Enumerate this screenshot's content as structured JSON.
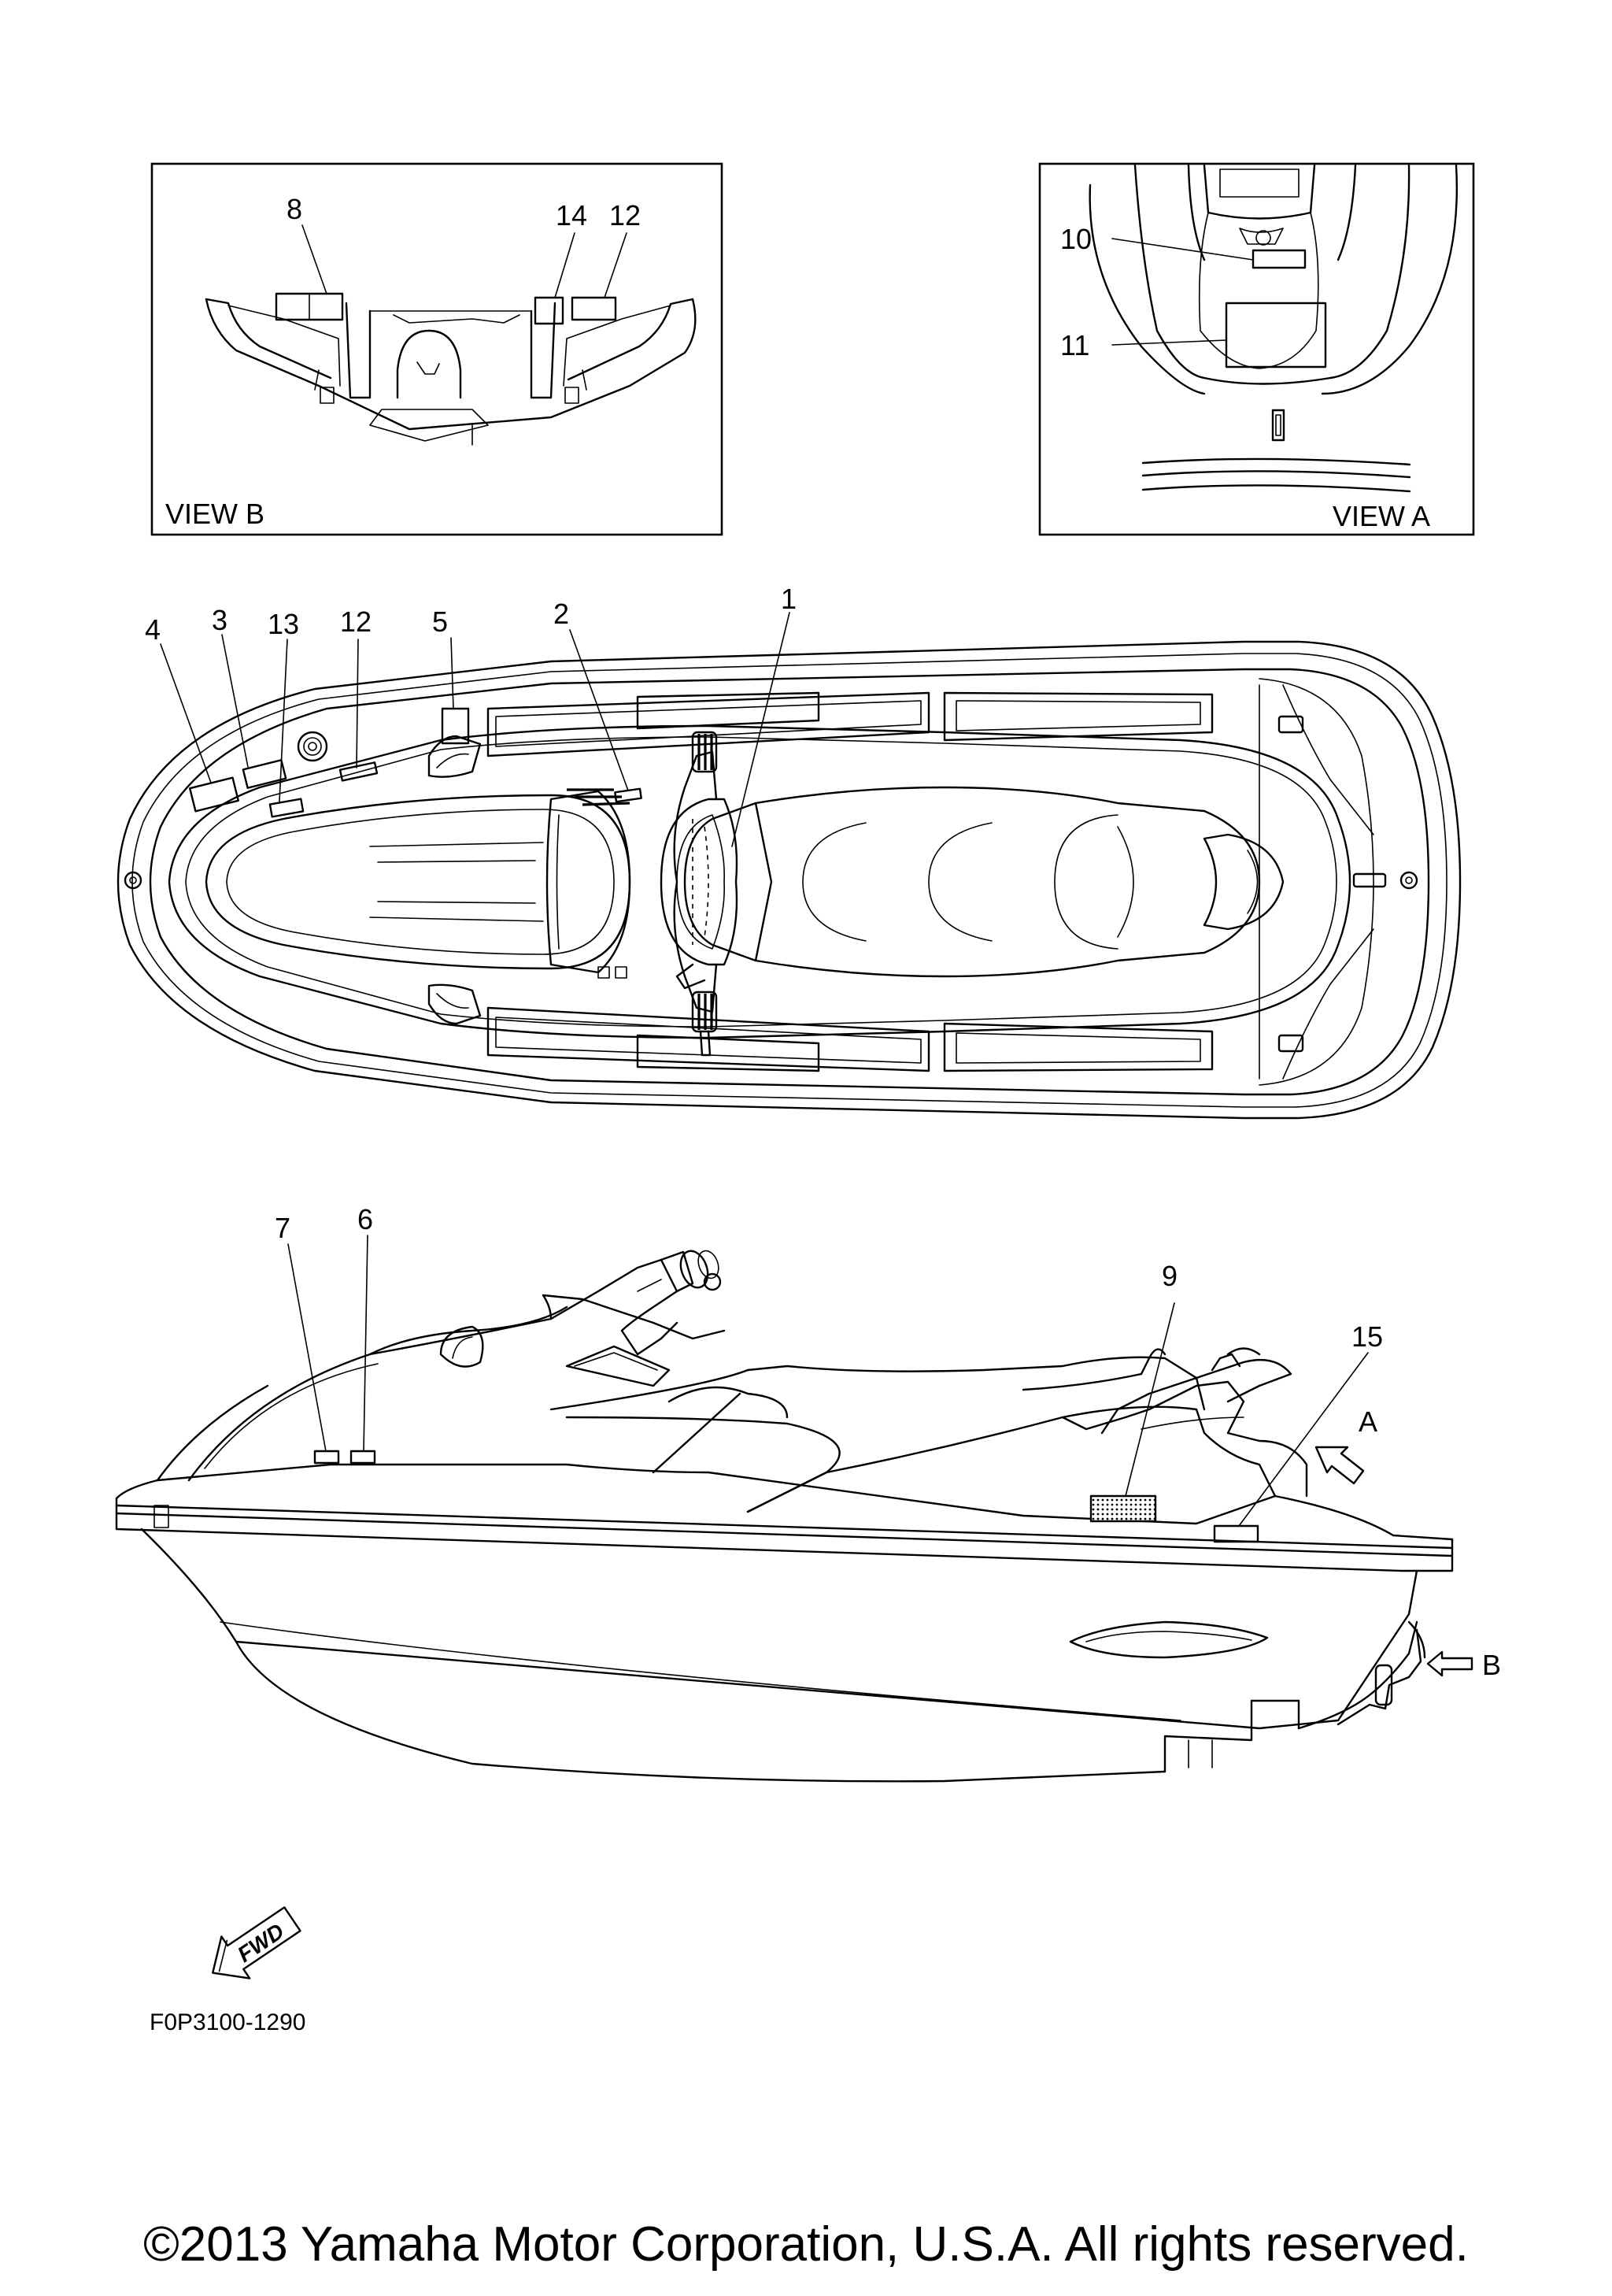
{
  "views": {
    "view_b": "VIEW B",
    "view_a": "VIEW A"
  },
  "callouts": {
    "view_b": [
      "8",
      "14",
      "12"
    ],
    "view_a": [
      "10",
      "11"
    ],
    "top": [
      "4",
      "3",
      "13",
      "12",
      "5",
      "2",
      "1"
    ],
    "side": [
      "7",
      "6",
      "9",
      "15"
    ]
  },
  "arrows": {
    "a": "A",
    "b": "B",
    "fwd": "FWD"
  },
  "part_code": "F0P3100-1290",
  "copyright": "©2013 Yamaha Motor Corporation, U.S.A. All rights reserved."
}
